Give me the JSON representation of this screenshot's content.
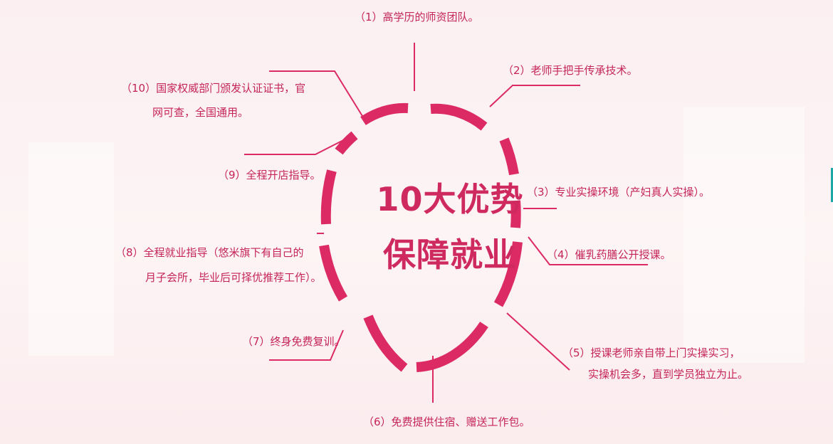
{
  "diagram": {
    "title_line1": "10大优势",
    "title_line2": "保障就业",
    "accent_color": "#dc2a64",
    "items": [
      {
        "id": 1,
        "text": "（1）高学历的师资团队。"
      },
      {
        "id": 2,
        "text": "（2）老师手把手传承技术。"
      },
      {
        "id": 3,
        "text": "（3）专业实操环境（产妇真人实操）。"
      },
      {
        "id": 4,
        "text": "（4）催乳药膳公开授课。"
      },
      {
        "id": 5,
        "line1": "（5）授课老师亲自带上门实操实习，",
        "line2": "实操机会多，直到学员独立为止。"
      },
      {
        "id": 6,
        "text": "（6）免费提供住宿、赠送工作包。"
      },
      {
        "id": 7,
        "text": "（7）终身免费复训。"
      },
      {
        "id": 8,
        "line1": "（8）全程就业指导（悠米旗下有自己的",
        "line2": "月子会所，毕业后可择优推荐工作）。"
      },
      {
        "id": 9,
        "text": "（9）全程开店指导。"
      },
      {
        "id": 10,
        "line1": "（10）国家权威部门颁发认证证书，官",
        "line2": "网可查，全国通用。"
      }
    ]
  }
}
